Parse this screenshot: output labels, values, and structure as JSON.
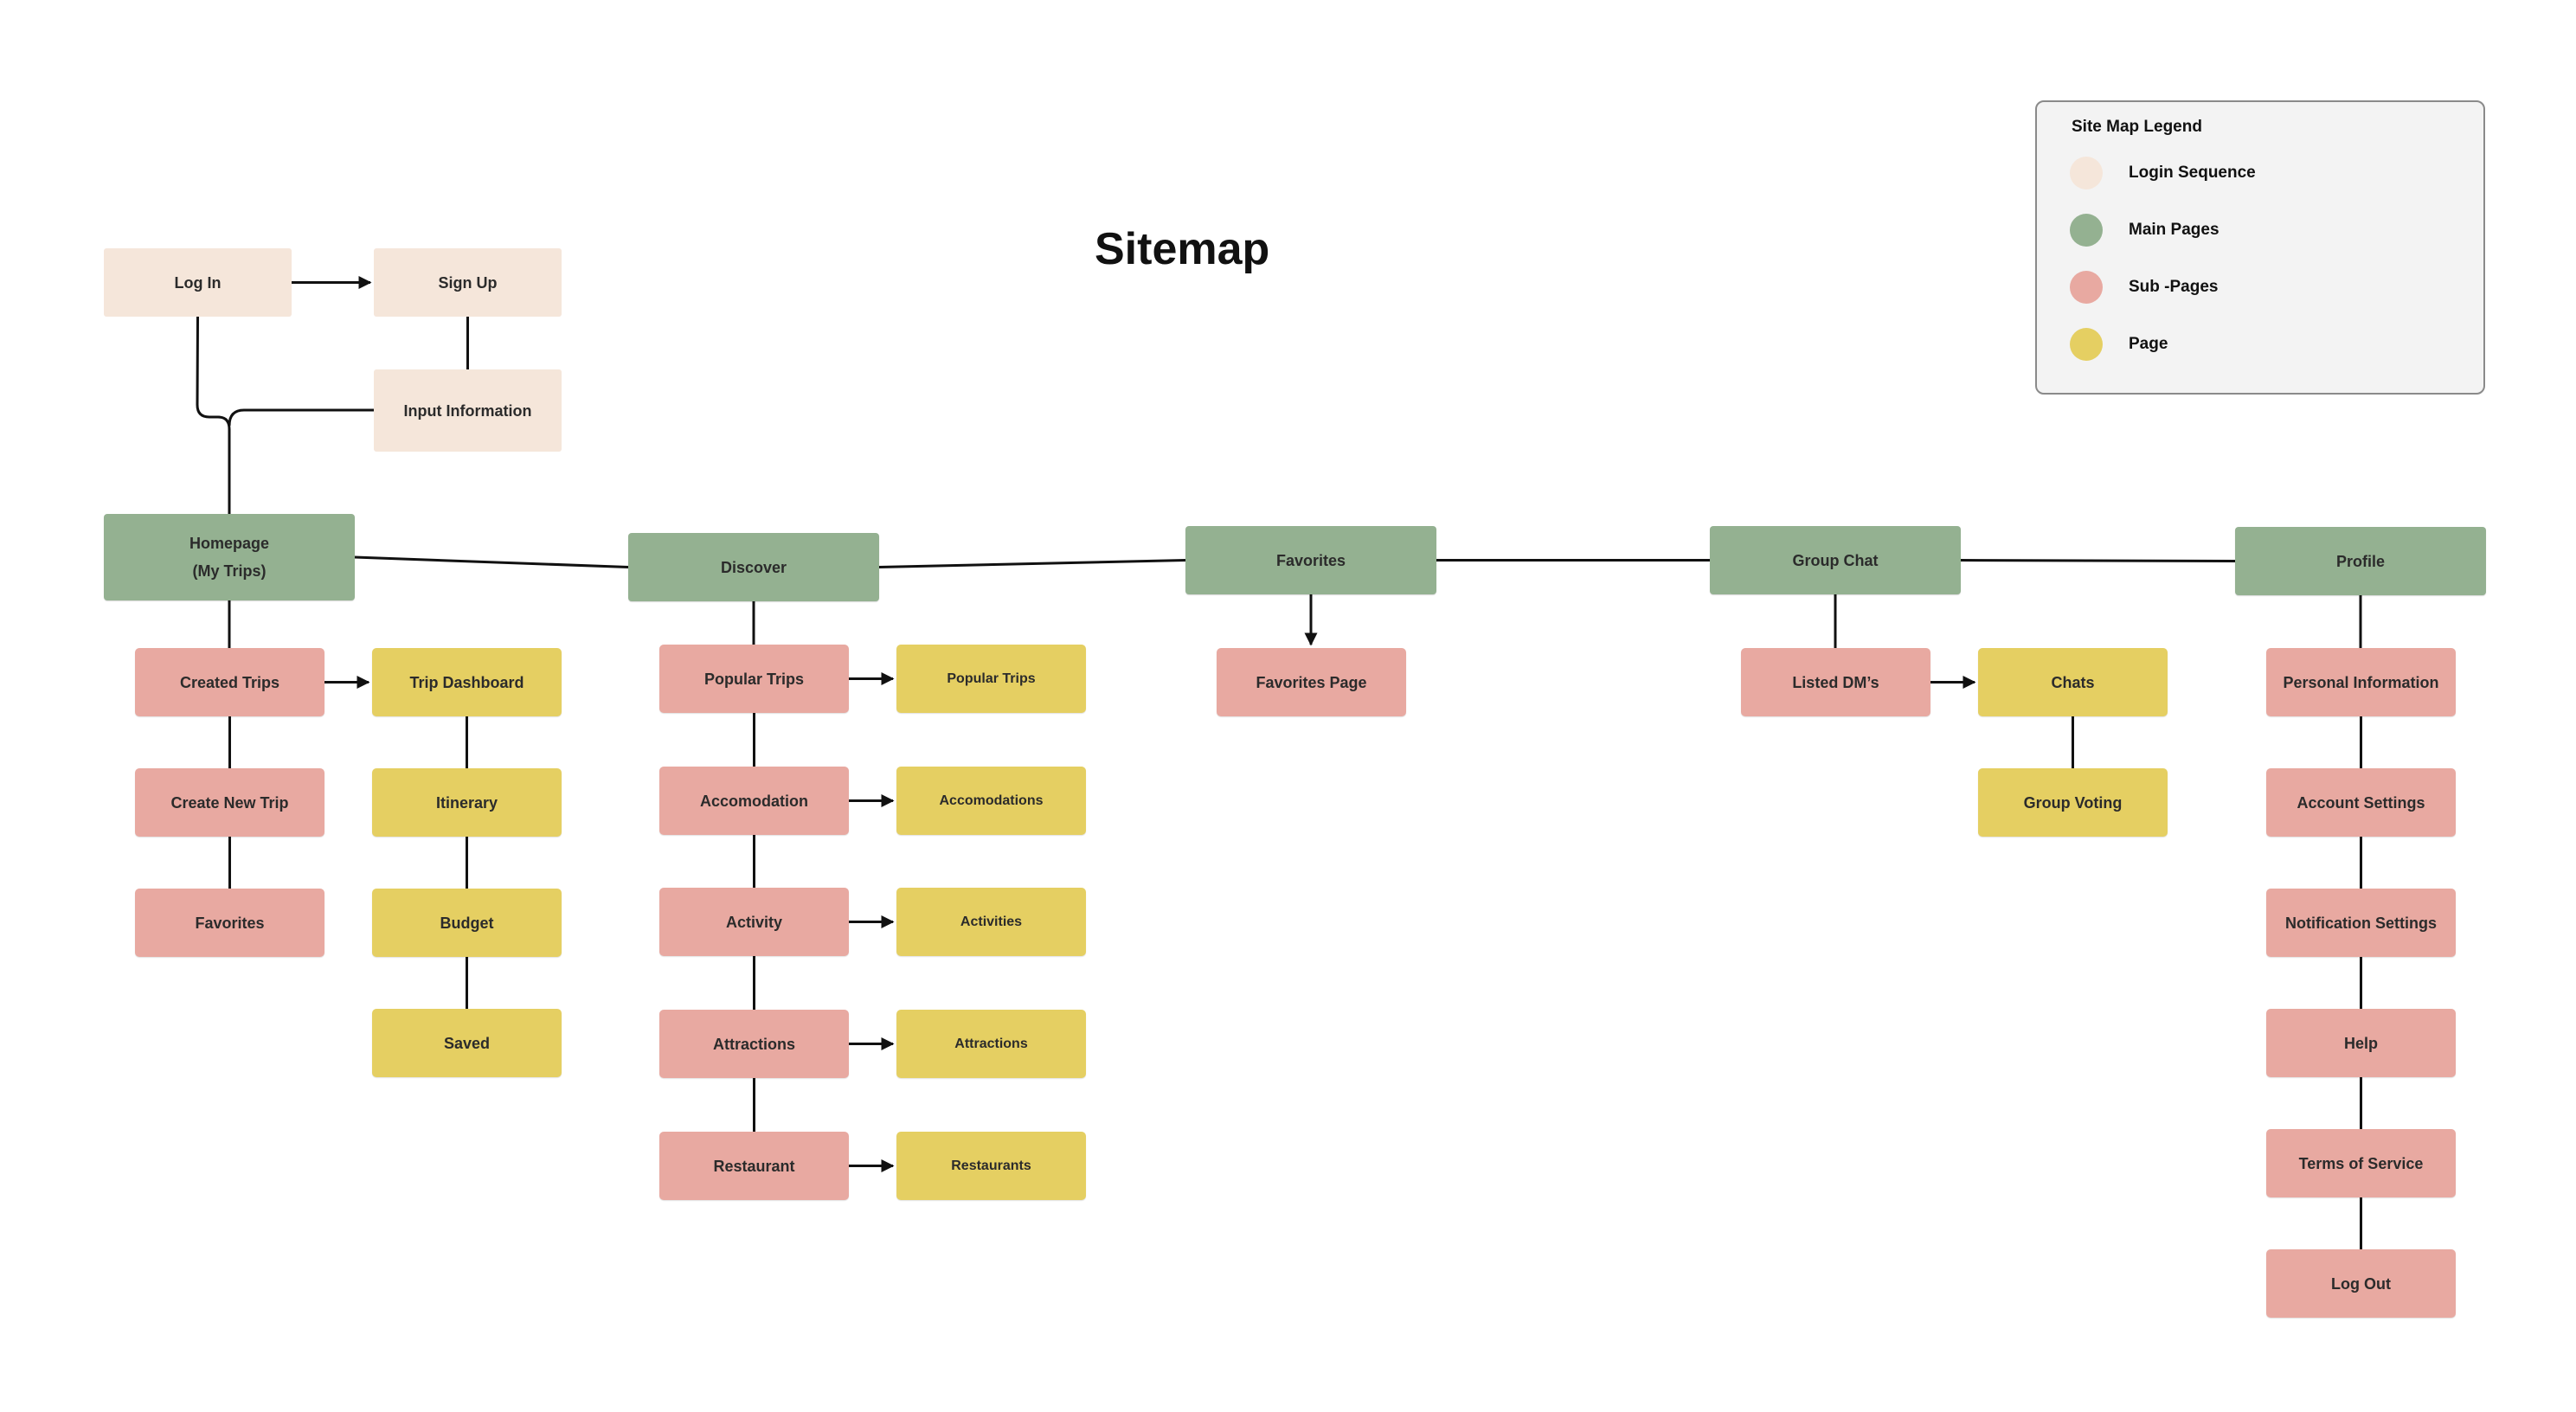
{
  "diagram": {
    "title": "Sitemap",
    "legend": {
      "title": "Site Map Legend",
      "items": [
        {
          "label": "Login Sequence",
          "color": "#f5e6da"
        },
        {
          "label": "Main Pages",
          "color": "#94b191"
        },
        {
          "label": "Sub -Pages",
          "color": "#e8a9a1"
        },
        {
          "label": "Page",
          "color": "#e5cf62"
        }
      ]
    },
    "colors": {
      "login": "#f5e6da",
      "main": "#94b191",
      "sub": "#e8a9a1",
      "page": "#e5cf62",
      "line": "#111111"
    },
    "nodes": [
      {
        "id": "login",
        "label": "Log In",
        "type": "login"
      },
      {
        "id": "signup",
        "label": "Sign Up",
        "type": "login"
      },
      {
        "id": "input_info",
        "label": "Input Information",
        "type": "login"
      },
      {
        "id": "homepage",
        "label": "Homepage\n(My Trips)",
        "type": "main"
      },
      {
        "id": "discover",
        "label": "Discover",
        "type": "main"
      },
      {
        "id": "favorites_main",
        "label": "Favorites",
        "type": "main"
      },
      {
        "id": "groupchat",
        "label": "Group Chat",
        "type": "main"
      },
      {
        "id": "profile",
        "label": "Profile",
        "type": "main"
      },
      {
        "id": "created_trips",
        "label": "Created Trips",
        "type": "sub"
      },
      {
        "id": "create_new_trip",
        "label": "Create New Trip",
        "type": "sub"
      },
      {
        "id": "favorites_sub",
        "label": "Favorites",
        "type": "sub"
      },
      {
        "id": "trip_dashboard",
        "label": "Trip Dashboard",
        "type": "page"
      },
      {
        "id": "itinerary",
        "label": "Itinerary",
        "type": "page"
      },
      {
        "id": "budget",
        "label": "Budget",
        "type": "page"
      },
      {
        "id": "saved",
        "label": "Saved",
        "type": "page"
      },
      {
        "id": "popular_trips",
        "label": "Popular Trips",
        "type": "sub"
      },
      {
        "id": "accomodation",
        "label": "Accomodation",
        "type": "sub"
      },
      {
        "id": "activity",
        "label": "Activity",
        "type": "sub"
      },
      {
        "id": "attractions_sub",
        "label": "Attractions",
        "type": "sub"
      },
      {
        "id": "restaurant",
        "label": "Restaurant",
        "type": "sub"
      },
      {
        "id": "popular_trips_page",
        "label": "Popular Trips",
        "type": "page"
      },
      {
        "id": "accomodations_page",
        "label": "Accomodations",
        "type": "page"
      },
      {
        "id": "activities_page",
        "label": "Activities",
        "type": "page"
      },
      {
        "id": "attractions_page",
        "label": "Attractions",
        "type": "page"
      },
      {
        "id": "restaurants_page",
        "label": "Restaurants",
        "type": "page"
      },
      {
        "id": "favorites_page",
        "label": "Favorites Page",
        "type": "sub"
      },
      {
        "id": "listed_dms",
        "label": "Listed DM’s",
        "type": "sub"
      },
      {
        "id": "chats",
        "label": "Chats",
        "type": "page"
      },
      {
        "id": "group_voting",
        "label": "Group Voting",
        "type": "page"
      },
      {
        "id": "personal_info",
        "label": "Personal Information",
        "type": "sub"
      },
      {
        "id": "account_settings",
        "label": "Account Settings",
        "type": "sub"
      },
      {
        "id": "notification_settings",
        "label": "Notification Settings",
        "type": "sub"
      },
      {
        "id": "help",
        "label": "Help",
        "type": "sub"
      },
      {
        "id": "terms",
        "label": "Terms of Service",
        "type": "sub"
      },
      {
        "id": "logout",
        "label": "Log Out",
        "type": "sub"
      }
    ],
    "edges": [
      {
        "from": "login",
        "to": "signup",
        "arrow": true
      },
      {
        "from": "signup",
        "to": "input_info",
        "arrow": false
      },
      {
        "from": "login",
        "to": "homepage",
        "arrow": false
      },
      {
        "from": "input_info",
        "to": "homepage",
        "arrow": false
      },
      {
        "from": "homepage",
        "to": "discover",
        "arrow": false
      },
      {
        "from": "discover",
        "to": "favorites_main",
        "arrow": false
      },
      {
        "from": "favorites_main",
        "to": "groupchat",
        "arrow": false
      },
      {
        "from": "groupchat",
        "to": "profile",
        "arrow": false
      },
      {
        "from": "homepage",
        "to": "created_trips",
        "arrow": false
      },
      {
        "from": "created_trips",
        "to": "create_new_trip",
        "arrow": false
      },
      {
        "from": "create_new_trip",
        "to": "favorites_sub",
        "arrow": false
      },
      {
        "from": "created_trips",
        "to": "trip_dashboard",
        "arrow": true
      },
      {
        "from": "trip_dashboard",
        "to": "itinerary",
        "arrow": false
      },
      {
        "from": "itinerary",
        "to": "budget",
        "arrow": false
      },
      {
        "from": "budget",
        "to": "saved",
        "arrow": false
      },
      {
        "from": "discover",
        "to": "popular_trips",
        "arrow": false
      },
      {
        "from": "popular_trips",
        "to": "accomodation",
        "arrow": false
      },
      {
        "from": "accomodation",
        "to": "activity",
        "arrow": false
      },
      {
        "from": "activity",
        "to": "attractions_sub",
        "arrow": false
      },
      {
        "from": "attractions_sub",
        "to": "restaurant",
        "arrow": false
      },
      {
        "from": "popular_trips",
        "to": "popular_trips_page",
        "arrow": true
      },
      {
        "from": "accomodation",
        "to": "accomodations_page",
        "arrow": true
      },
      {
        "from": "activity",
        "to": "activities_page",
        "arrow": true
      },
      {
        "from": "attractions_sub",
        "to": "attractions_page",
        "arrow": true
      },
      {
        "from": "restaurant",
        "to": "restaurants_page",
        "arrow": true
      },
      {
        "from": "favorites_main",
        "to": "favorites_page",
        "arrow": true
      },
      {
        "from": "groupchat",
        "to": "listed_dms",
        "arrow": false
      },
      {
        "from": "listed_dms",
        "to": "chats",
        "arrow": true
      },
      {
        "from": "chats",
        "to": "group_voting",
        "arrow": false
      },
      {
        "from": "profile",
        "to": "personal_info",
        "arrow": false
      },
      {
        "from": "personal_info",
        "to": "account_settings",
        "arrow": false
      },
      {
        "from": "account_settings",
        "to": "notification_settings",
        "arrow": false
      },
      {
        "from": "notification_settings",
        "to": "help",
        "arrow": false
      },
      {
        "from": "help",
        "to": "terms",
        "arrow": false
      },
      {
        "from": "terms",
        "to": "logout",
        "arrow": false
      }
    ]
  }
}
